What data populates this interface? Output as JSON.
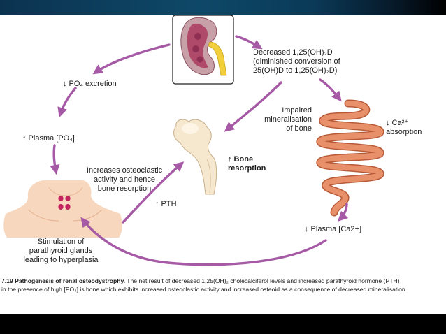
{
  "labels": {
    "decreased_vitd_line1": "Decreased 1,25(OH)₂D",
    "decreased_vitd_line2": "(diminished conversion of",
    "decreased_vitd_line3": "25(OH)D to 1,25(OH)₂D)",
    "po4_excretion": "↓ PO₄ excretion",
    "plasma_po4": "↑ Plasma [PO₄]",
    "impaired_min_1": "Impaired",
    "impaired_min_2": "mineralisation",
    "impaired_min_3": "of bone",
    "ca_absorption_1": "↓ Ca²⁺",
    "ca_absorption_2": "absorption",
    "osteoclastic_1": "Increases osteoclastic",
    "osteoclastic_2": "activity and hence",
    "osteoclastic_3": "bone resorption",
    "bone_resorption_1": "↑ Bone",
    "bone_resorption_2": "resorption",
    "pth": "↑ PTH",
    "plasma_ca": "↓ Plasma [Ca2+]",
    "stimulation_1": "Stimulation of",
    "stimulation_2": "parathyroid glands",
    "stimulation_3": "leading to hyperplasia"
  },
  "caption": {
    "fig_number": "7.19",
    "bold_title": "Pathogenesis of renal osteodystrophy.",
    "line1": " The net result of decreased 1,25(OH)₂ cholecalciferol levels and increased parathyroid hormone (PTH)",
    "line2": "in the presence of high [PO₄] is bone which exhibits increased osteoclastic activity and increased osteoid as a consequence of decreased mineralisation."
  },
  "colors": {
    "arrow": "#a65aa6",
    "kidney": "#c2607a",
    "ureter": "#f0cf3a",
    "intestine": "#e38960",
    "bone": "#f6e7cf",
    "skin": "#f7d7be",
    "gland": "#c4245e"
  },
  "icons": [
    "kidney-illustration",
    "bone-illustration",
    "intestine-illustration",
    "neck-illustration"
  ]
}
